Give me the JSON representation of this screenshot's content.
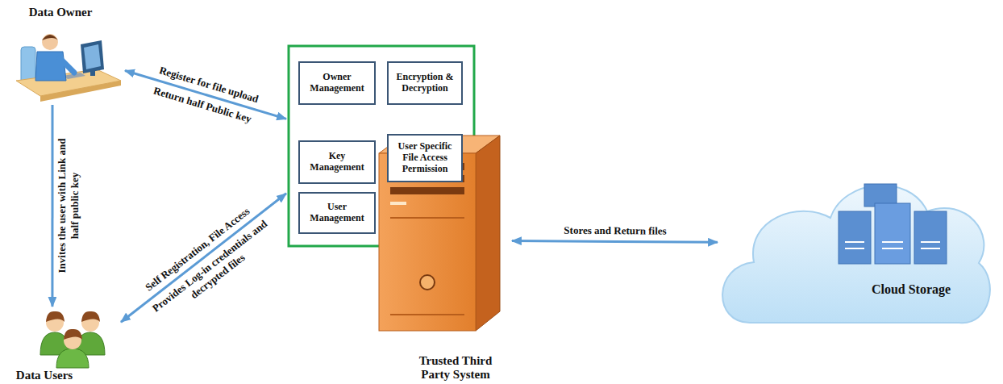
{
  "diagram": {
    "nodes": [
      {
        "text": [
          "Data Owner"
        ]
      },
      {
        "text": [
          "Trusted Third Party System"
        ]
      },
      {
        "text": [
          "Owner Management"
        ],
        "in": 1
      },
      {
        "text": [
          "Encryption & Decryption"
        ],
        "in": 1
      },
      {
        "text": [
          "Key Management"
        ],
        "in": 1
      },
      {
        "text": [
          "User Specific File Access Permission"
        ],
        "in": 1
      },
      {
        "text": [
          "User Management"
        ],
        "in": 1
      },
      {
        "text": [
          "Data Users"
        ]
      },
      {
        "text": [
          "Cloud Storage"
        ]
      }
    ],
    "edges": [
      {
        "from": 0,
        "to": 1,
        "arrow": "both",
        "label": "Register for file upload"
      },
      {
        "from": 0,
        "to": 7,
        "arrow": "to",
        "label": "Invites the user with Link and half public key"
      },
      {
        "from": 7,
        "to": 1,
        "arrow": "both",
        "label": "Self Registration, File Access"
      },
      {
        "from": 1,
        "to": 8,
        "arrow": "both",
        "label": "Stores and Return files"
      }
    ],
    "labels": [
      "Return half Public key",
      "Provides Log-in credentials and decrypted files"
    ]
  }
}
